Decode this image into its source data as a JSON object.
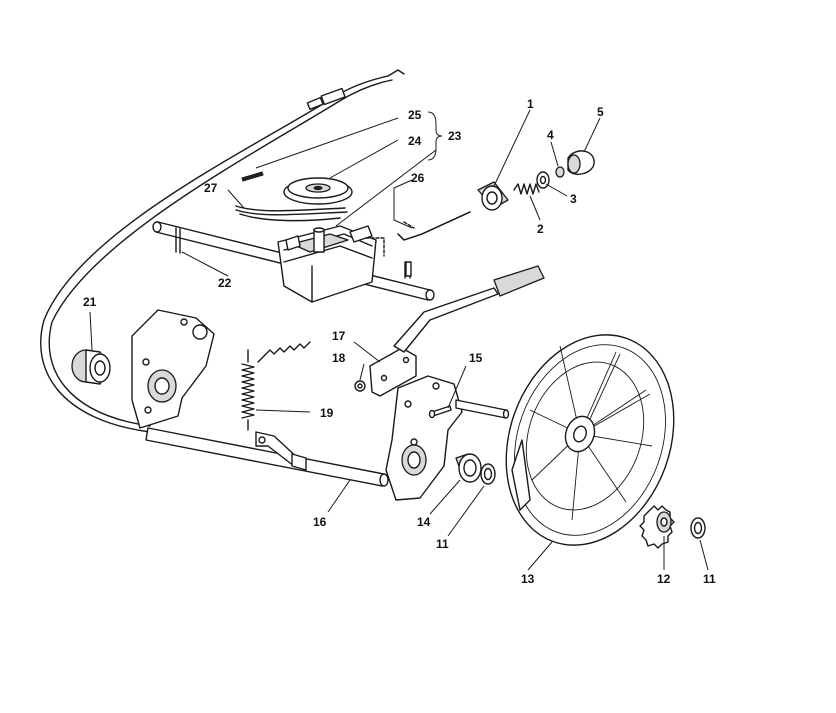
{
  "callouts": [
    {
      "id": "c1",
      "text": "1"
    },
    {
      "id": "c2",
      "text": "2"
    },
    {
      "id": "c3",
      "text": "3"
    },
    {
      "id": "c4",
      "text": "4"
    },
    {
      "id": "c5",
      "text": "5"
    },
    {
      "id": "c11a",
      "text": "11"
    },
    {
      "id": "c11b",
      "text": "11"
    },
    {
      "id": "c12",
      "text": "12"
    },
    {
      "id": "c13",
      "text": "13"
    },
    {
      "id": "c14",
      "text": "14"
    },
    {
      "id": "c15",
      "text": "15"
    },
    {
      "id": "c16",
      "text": "16"
    },
    {
      "id": "c17",
      "text": "17"
    },
    {
      "id": "c18",
      "text": "18"
    },
    {
      "id": "c19",
      "text": "19"
    },
    {
      "id": "c21",
      "text": "21"
    },
    {
      "id": "c22",
      "text": "22"
    },
    {
      "id": "c23",
      "text": "23"
    },
    {
      "id": "c24",
      "text": "24"
    },
    {
      "id": "c25",
      "text": "25"
    },
    {
      "id": "c26",
      "text": "26"
    },
    {
      "id": "c27",
      "text": "27"
    }
  ]
}
